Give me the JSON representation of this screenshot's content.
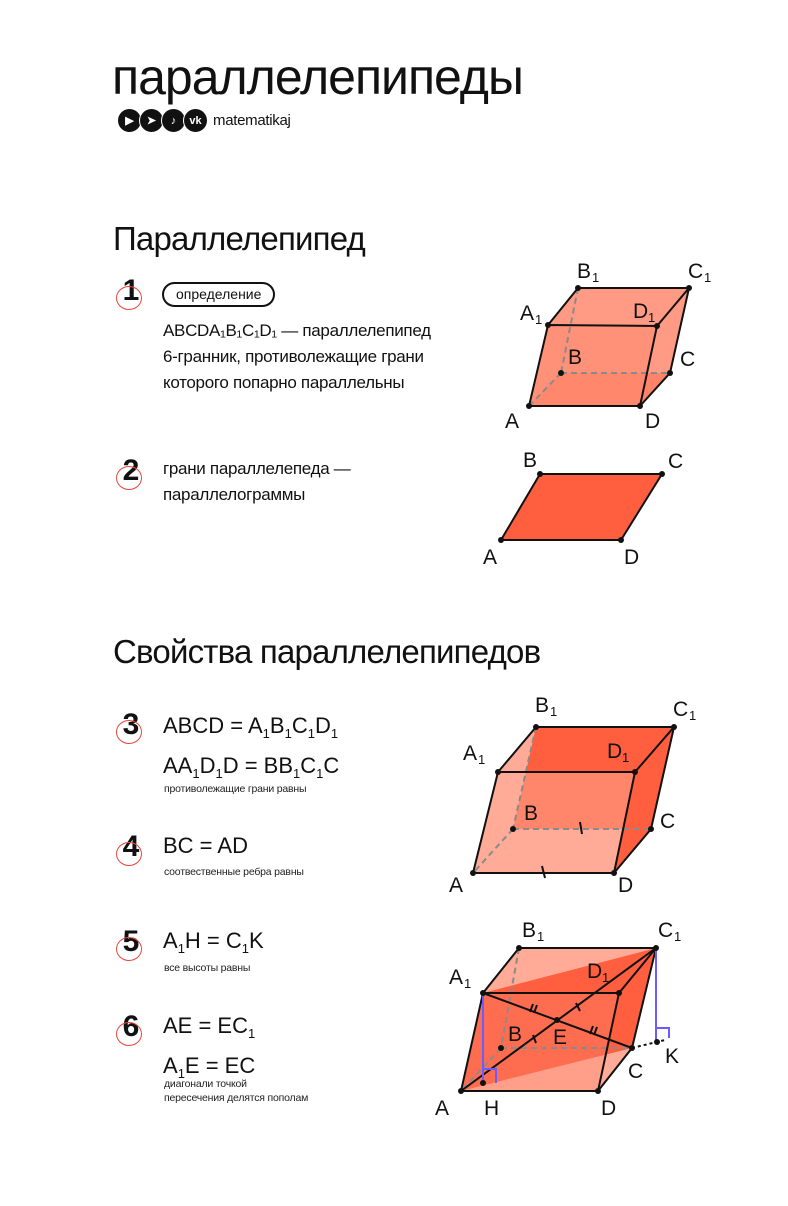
{
  "header": {
    "title": "параллелепипеды",
    "social_icons": [
      "youtube-icon",
      "telegram-icon",
      "tiktok-icon",
      "vk-icon"
    ],
    "handle": "matematikaj"
  },
  "section1": {
    "heading": "Параллелепипед",
    "items": [
      {
        "number": "1",
        "tag": "определение",
        "lines": [
          "ABCDA₁B₁C₁D₁ — параллелепипед",
          "6-гранник, противолежащие грани",
          "которого попарно параллельны"
        ],
        "figure_labels": [
          "A",
          "B",
          "C",
          "D",
          "A₁",
          "B₁",
          "C₁",
          "D₁"
        ]
      },
      {
        "number": "2",
        "lines": [
          "грани параллелепеда —",
          "параллелограммы"
        ],
        "figure_labels": [
          "A",
          "B",
          "C",
          "D"
        ]
      }
    ]
  },
  "section2": {
    "heading": "Свойства параллелепипедов",
    "items": [
      {
        "number": "3",
        "equations": [
          "ABCD = A₁B₁C₁D₁",
          "AA₁D₁D = BB₁C₁C"
        ],
        "note": "противолежащие грани равны"
      },
      {
        "number": "4",
        "equations": [
          "BC = AD"
        ],
        "note": "соотвественные ребра равны"
      },
      {
        "number": "5",
        "equations": [
          "A₁H = C₁K"
        ],
        "note": "все высоты равны"
      },
      {
        "number": "6",
        "equations": [
          "AE = EC₁",
          "A₁E = EC"
        ],
        "note_lines": [
          "диагонали точкой",
          "пересечения делятся пополам"
        ]
      }
    ],
    "figure3_labels": [
      "A",
      "B",
      "C",
      "D",
      "A₁",
      "B₁",
      "C₁",
      "D₁"
    ],
    "figure4_labels": [
      "A",
      "B",
      "C",
      "D",
      "A₁",
      "B₁",
      "C₁",
      "D₁",
      "E",
      "H",
      "K"
    ]
  },
  "colors": {
    "accent_red": "#e5483c",
    "face_dark": "#ff5f3f",
    "face_light": "#ffab97",
    "face_mid": "#ff8a70",
    "height_line": "#6a5cff",
    "hidden_edge": "#8a8a8a",
    "text": "#111111",
    "background": "#ffffff"
  }
}
